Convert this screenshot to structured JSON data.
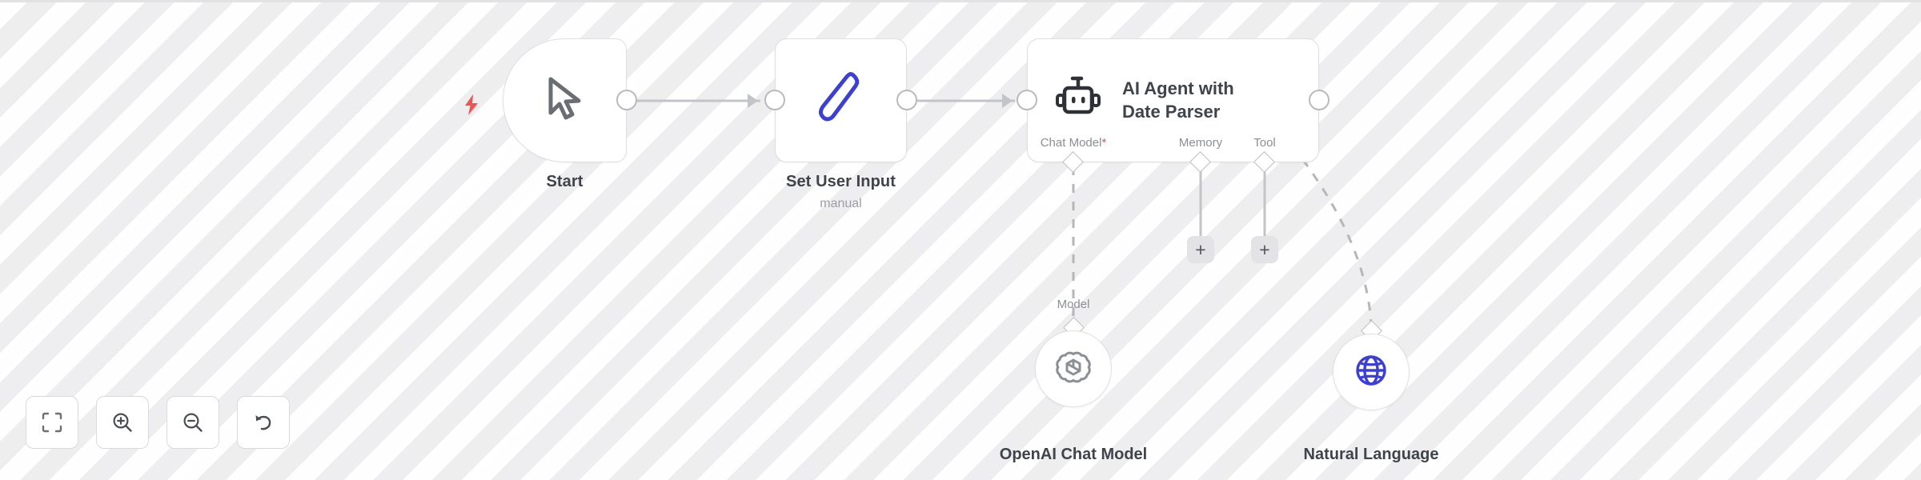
{
  "canvas": {
    "background_color": "#f7f7f7",
    "stripe_color": "#eeeeef",
    "edge_color": "#c3c4c7",
    "node_border_color": "#dededf",
    "label_color": "#3f434a",
    "sub_label_color": "#8b8e94",
    "accent_blue": "#3b3fd8",
    "trigger_color": "#f0544f"
  },
  "trigger": {
    "icon": "lightning-bolt-icon"
  },
  "nodes": {
    "start": {
      "label": "Start",
      "icon": "cursor-arrow-icon"
    },
    "set_user_input": {
      "label": "Set User Input",
      "sublabel": "manual",
      "icon": "pencil-icon"
    },
    "ai_agent": {
      "label": "AI Agent with\nDate Parser",
      "icon": "robot-icon",
      "sub_connectors": [
        {
          "label": "Chat Model",
          "required": true,
          "required_marker": "*",
          "has_plus": false
        },
        {
          "label": "Memory",
          "required": false,
          "required_marker": "",
          "has_plus": true
        },
        {
          "label": "Tool",
          "required": false,
          "required_marker": "",
          "has_plus": true
        }
      ]
    },
    "openai_chat_model": {
      "label": "OpenAI Chat Model",
      "connector_label": "Model",
      "icon": "openai-logo-icon"
    },
    "natural_language": {
      "label": "Natural Language",
      "icon": "globe-icon"
    }
  },
  "toolbar": {
    "buttons": [
      {
        "name": "fit-to-view",
        "icon": "fit-view-icon",
        "title": "Fit to view"
      },
      {
        "name": "zoom-in",
        "icon": "zoom-in-icon",
        "title": "Zoom in"
      },
      {
        "name": "zoom-out",
        "icon": "zoom-out-icon",
        "title": "Zoom out"
      },
      {
        "name": "reset",
        "icon": "undo-arrow-icon",
        "title": "Reset zoom"
      }
    ]
  }
}
